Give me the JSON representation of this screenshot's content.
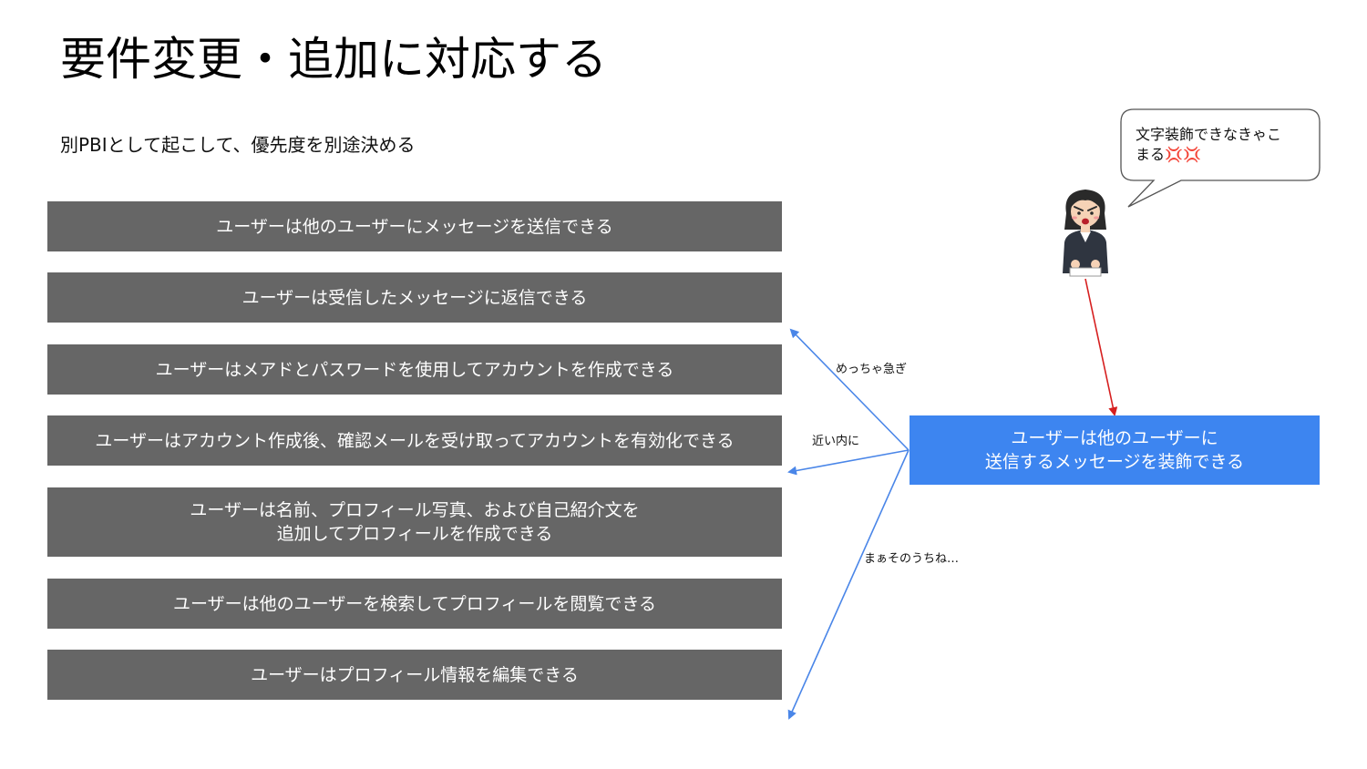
{
  "slide": {
    "title": "要件変更・追加に対応する",
    "subtitle": "別PBIとして起こして、優先度を別途決める"
  },
  "backlog": {
    "items": [
      {
        "label": "ユーザーは他のユーザーにメッセージを送信できる"
      },
      {
        "label": "ユーザーは受信したメッセージに返信できる"
      },
      {
        "label": "ユーザーはメアドとパスワードを使用してアカウントを作成できる"
      },
      {
        "label": "ユーザーはアカウント作成後、確認メールを受け取ってアカウントを有効化できる"
      },
      {
        "label": "ユーザーは名前、プロフィール写真、および自己紹介文を\n追加してプロフィールを作成できる"
      },
      {
        "label": "ユーザーは他のユーザーを検索してプロフィールを閲覧できる"
      },
      {
        "label": "ユーザーはプロフィール情報を編集できる"
      }
    ]
  },
  "new_item": {
    "label": "ユーザーは他のユーザーに\n送信するメッセージを装飾できる"
  },
  "priority_options": {
    "urgent": "めっちゃ急ぎ",
    "soon": "近い内に",
    "someday": "まぁそのうちね…"
  },
  "speech_bubble": {
    "text": "文字装飾できなきゃこ\nまる",
    "emoji": "💢💢"
  },
  "colors": {
    "pbi_bg": "#666666",
    "new_pbi_bg": "#3d85f0",
    "priority_arrow": "#4a86e8",
    "request_arrow": "#d61f1f"
  },
  "icons": {
    "stakeholder": "angry-businesswoman-icon"
  }
}
